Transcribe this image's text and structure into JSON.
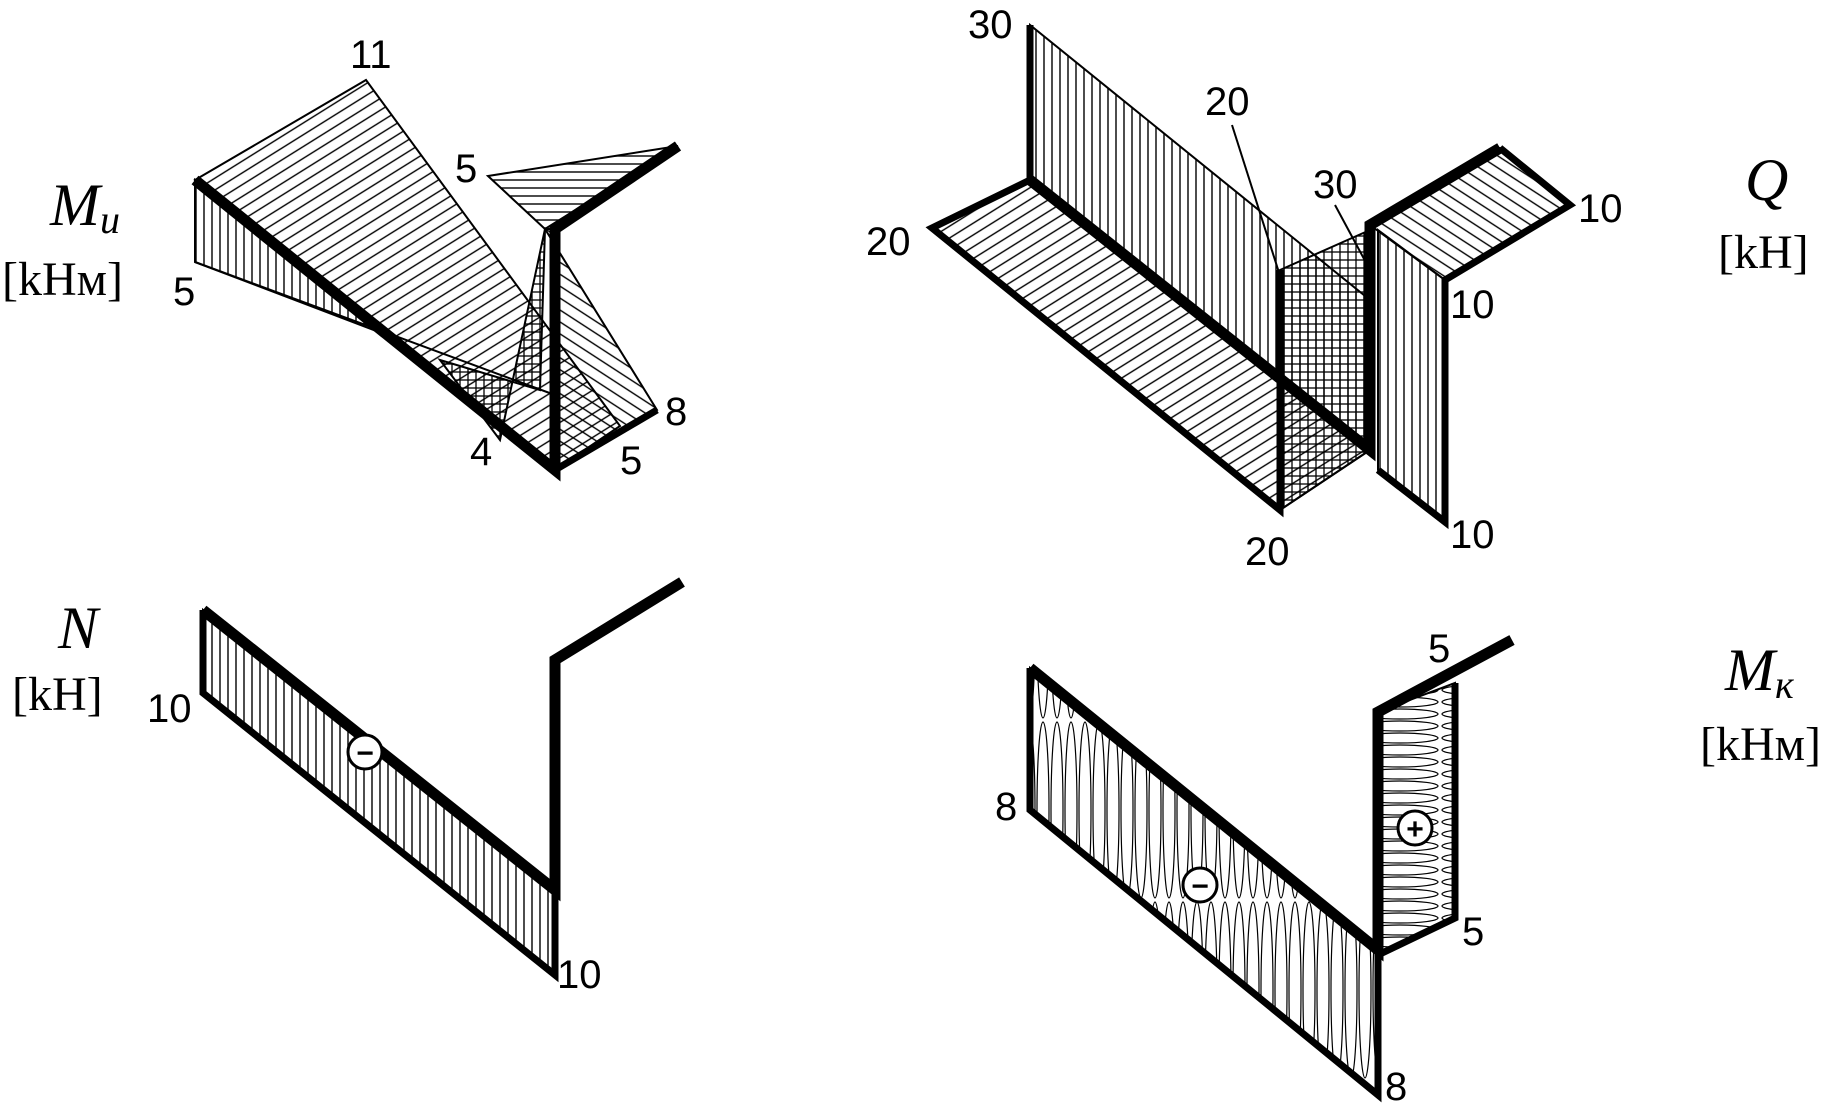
{
  "diagrams": {
    "bending_moment": {
      "symbol": "M",
      "subscript": "и",
      "unit": "[kHм]",
      "values": {
        "left_end": "5",
        "peak": "11",
        "top_branch": "5",
        "corner": "4",
        "bottom_right": "5",
        "right_end": "8"
      }
    },
    "shear_force": {
      "symbol": "Q",
      "unit": "[kH]",
      "values": {
        "top_left": "30",
        "left": "20",
        "inner_left": "20",
        "inner_right": "30",
        "bottom": "20",
        "right_top": "10",
        "right_mid": "10",
        "right_bottom": "10"
      }
    },
    "normal_force": {
      "symbol": "N",
      "unit": "[kH]",
      "sign": "−",
      "values": {
        "left": "10",
        "bottom": "10"
      }
    },
    "torque": {
      "symbol": "M",
      "subscript": "к",
      "unit": "[kHм]",
      "signs": {
        "main": "−",
        "vertical": "+"
      },
      "values": {
        "left": "8",
        "top": "5",
        "mid": "5",
        "bottom": "8"
      }
    }
  }
}
